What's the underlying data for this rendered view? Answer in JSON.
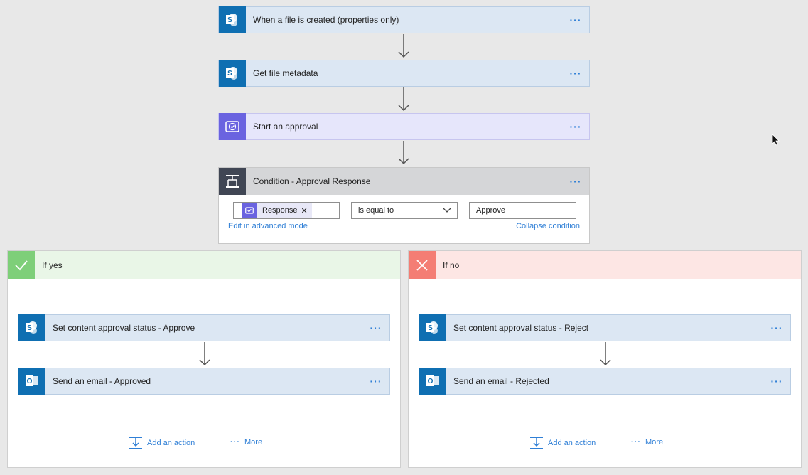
{
  "flow": {
    "steps": [
      {
        "title": "When a file is created (properties only)",
        "menu": "···"
      },
      {
        "title": "Get file metadata",
        "menu": "···"
      },
      {
        "title": "Start an approval",
        "menu": "···"
      }
    ],
    "condition": {
      "title": "Condition - Approval Response",
      "menu": "···",
      "token_label": "Response",
      "token_remove": "✕",
      "operator": "is equal to",
      "value": "Approve",
      "edit_link": "Edit in advanced mode",
      "collapse_link": "Collapse condition"
    },
    "branch_yes": {
      "label": "If yes",
      "actions": [
        {
          "title": "Set content approval status - Approve",
          "menu": "···"
        },
        {
          "title": "Send an email - Approved",
          "menu": "···"
        }
      ],
      "add_action": "Add an action",
      "more": "More",
      "more_dots": "···"
    },
    "branch_no": {
      "label": "If no",
      "actions": [
        {
          "title": "Set content approval status - Reject",
          "menu": "···"
        },
        {
          "title": "Send an email - Rejected",
          "menu": "···"
        }
      ],
      "add_action": "Add an action",
      "more": "More",
      "more_dots": "···"
    }
  },
  "colors": {
    "sharepoint": "#0f6fb2",
    "approval": "#6a63e0",
    "condition": "#404654",
    "yes": "#7ecf79",
    "no": "#f47d74",
    "link": "#2f7fd6"
  },
  "icons": [
    "sharepoint-icon",
    "approval-icon",
    "condition-icon",
    "checkmark-icon",
    "x-icon",
    "outlook-icon",
    "add-action-icon",
    "mouse-cursor-icon"
  ]
}
